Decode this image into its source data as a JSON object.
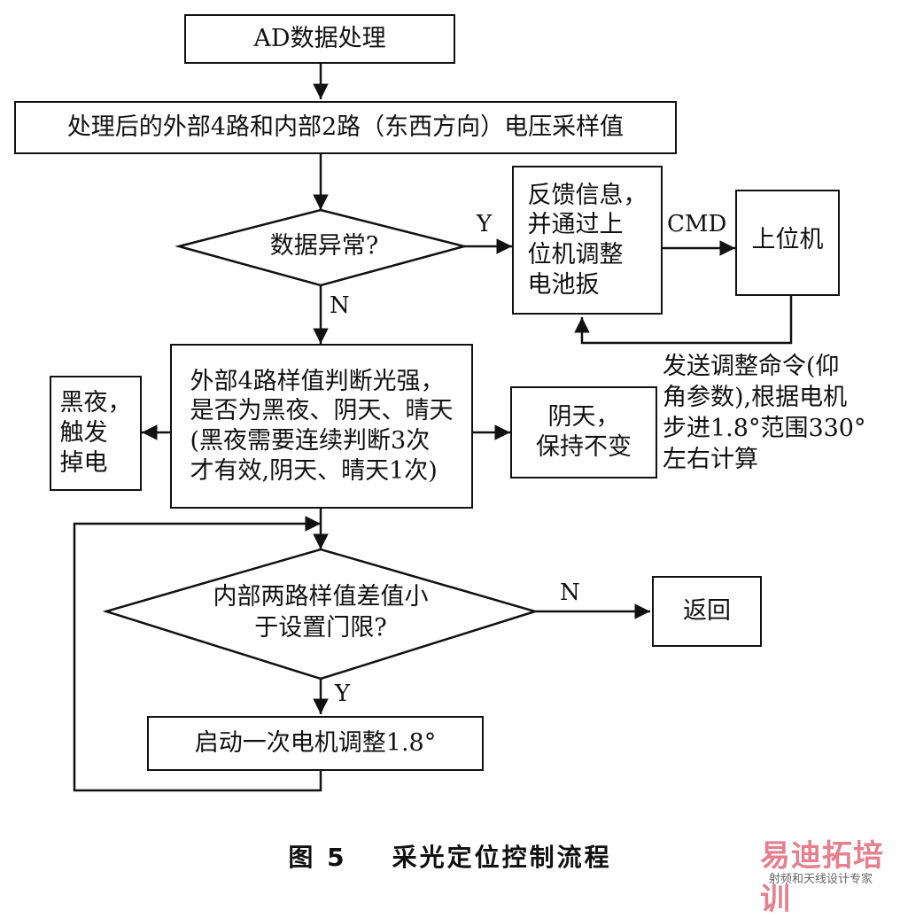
{
  "nodes": {
    "ad_process": "AD数据处理",
    "sample_values": "处理后的外部4路和内部2路（东西方向）电压采样值",
    "data_abnormal": "数据异常?",
    "feedback": "反馈信息，\n并通过上\n位机调整\n电池扳",
    "host": "上位机",
    "judge_light": "外部4路样值判断光强，\n是否为黑夜、阴天、晴天\n(黑夜需要连续判断3次\n才有效,阴天、晴天1次)",
    "night": "黑夜，\n触发\n掉电",
    "cloudy": "阴天，\n保持不变",
    "diff_check": "内部两路样值差值小\n于设置门限?",
    "return": "返回",
    "motor_adjust": "启动一次电机调整1.8°"
  },
  "edge_labels": {
    "yes_abnormal": "Y",
    "no_abnormal": "N",
    "cmd": "CMD",
    "no_diff": "N",
    "yes_diff": "Y"
  },
  "notes": {
    "send_command": "发送调整命令(仰\n角参数),根据电机\n步进1.8°范围330°\n左右计算"
  },
  "caption": "图 5    采光定位控制流程",
  "watermark": {
    "main": "易迪拓培训",
    "sub": "射频和天线设计专家"
  }
}
